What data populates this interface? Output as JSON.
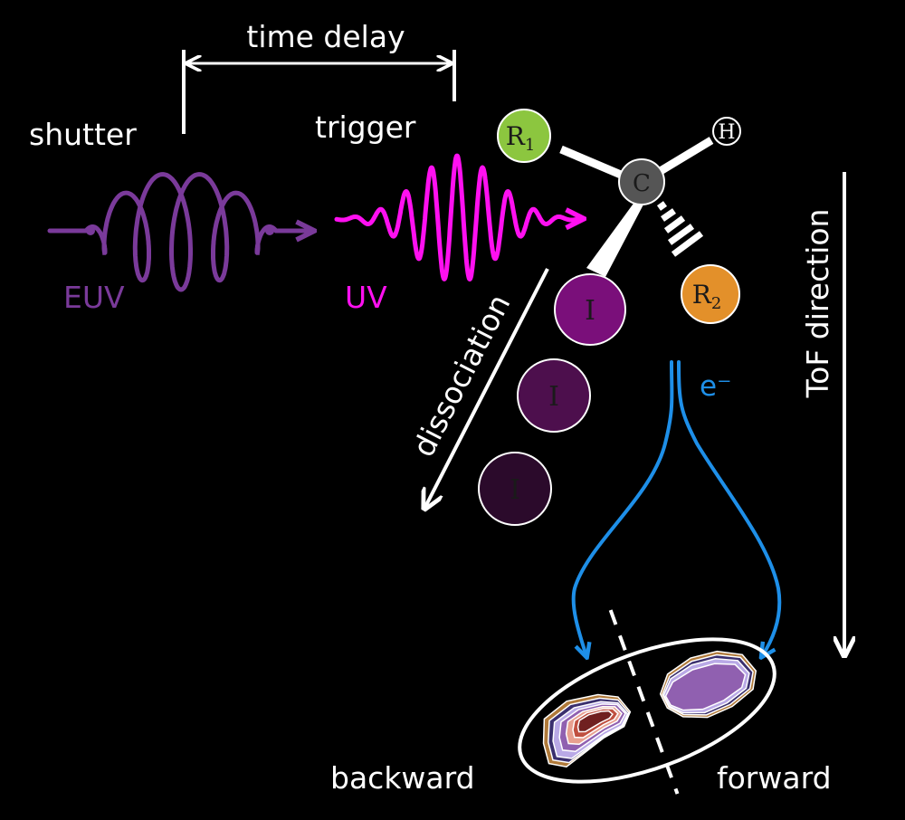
{
  "labels": {
    "time_delay": "time delay",
    "shutter": "shutter",
    "trigger": "trigger",
    "euv": "EUV",
    "uv": "UV",
    "dissociation": "dissociation",
    "electron": "e⁻",
    "tof_direction": "ToF direction",
    "backward": "backward",
    "forward": "forward"
  },
  "atoms": {
    "carbon": "C",
    "hydrogen": "H",
    "r1": "R",
    "r1_sub": "1",
    "r2": "R",
    "r2_sub": "2",
    "iodine": "I"
  },
  "colors": {
    "background": "#000000",
    "foreground": "#ffffff",
    "euv": "#7a3a9a",
    "uv": "#ff10f0",
    "electron": "#1e8fe8",
    "r1_atom": "#8cc63f",
    "r2_atom": "#e3902a",
    "carbon_atom": "#555555",
    "iodine_1": "#7a0f7a",
    "iodine_2": "#4d0f4d",
    "iodine_3": "#2b0a2b"
  },
  "detector_colors": [
    "#b07a3a",
    "#3a2f6e",
    "#b9a9e6",
    "#9060b0",
    "#e8a090",
    "#c05040",
    "#702020"
  ]
}
